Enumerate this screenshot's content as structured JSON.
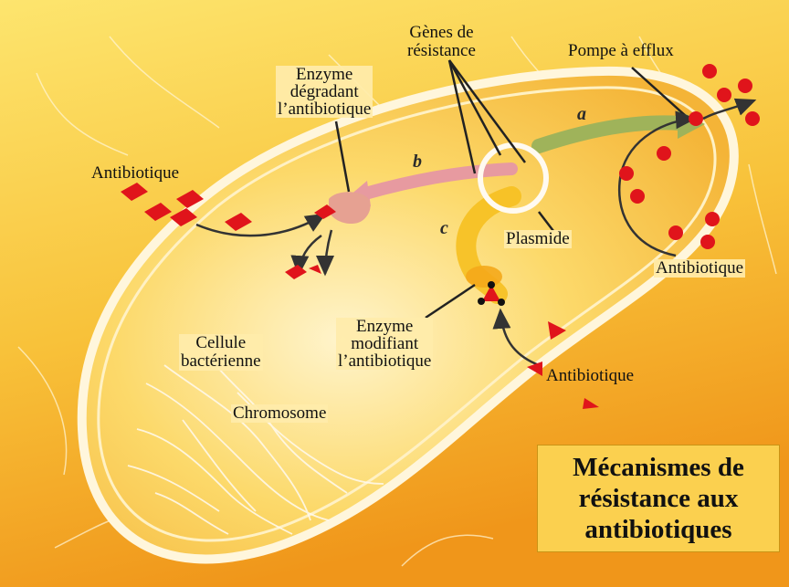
{
  "title": "Mécanismes de\nrésistance aux\nantibiotiques",
  "labels": {
    "genes": "Gènes de\nrésistance",
    "pump": "Pompe à efflux",
    "enzyme_degrading": "Enzyme\ndégradant\nl’antibiotique",
    "antibiotic_left": "Antibiotique",
    "plasmid": "Plasmide",
    "antibiotic_right": "Antibiotique",
    "enzyme_modifying": "Enzyme\nmodifiant\nl’antibiotique",
    "antibiotic_bottom": "Antibiotique",
    "cell": "Cellule\nbactérienne",
    "chromosome": "Chromosome"
  },
  "pathway_letters": {
    "a": "a",
    "b": "b",
    "c": "c"
  },
  "colors": {
    "background_top": "#fde36a",
    "background_bottom": "#f29a1c",
    "cell_body": "#fcd86a",
    "membrane": "#fff6dc",
    "antibiotic": "#e0141b",
    "path_a": "#9fb35a",
    "path_b": "#e79aa0",
    "path_c": "#f6c020",
    "enzyme": "#e6a192",
    "title_box": "#fbd04f"
  }
}
